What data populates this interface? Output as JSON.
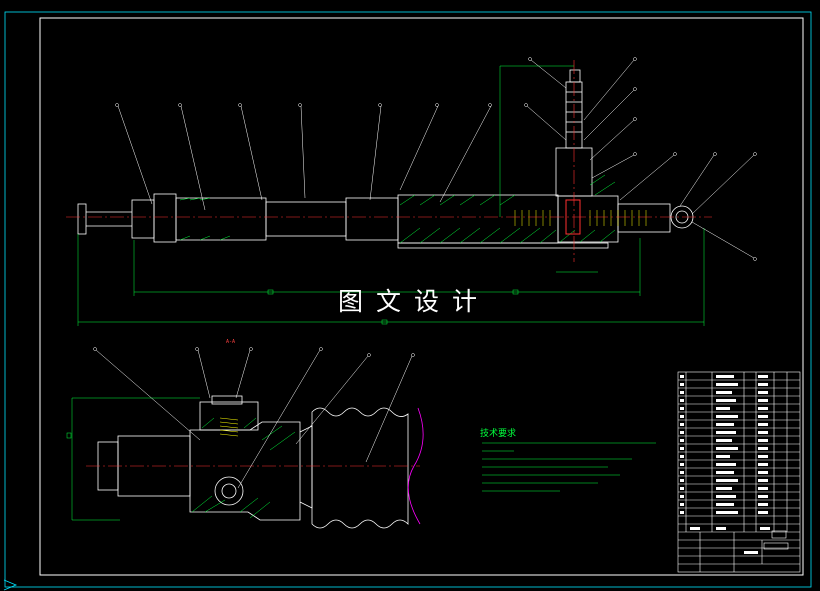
{
  "drawing": {
    "watermark": "图文设计",
    "section_label": "A-A",
    "tech_requirements_title": "技术要求",
    "colors": {
      "frame": "#ffffff",
      "outline": "#ffffff",
      "hatch": "#00ff3c",
      "centerline": "#ff3030",
      "dimension": "#00ff3c",
      "leader": "#ffffff",
      "callout_circle": "#ffffff",
      "cyan_part": "#00e5ff",
      "yellow_part": "#ffff00",
      "magenta_part": "#ff00ff"
    }
  }
}
